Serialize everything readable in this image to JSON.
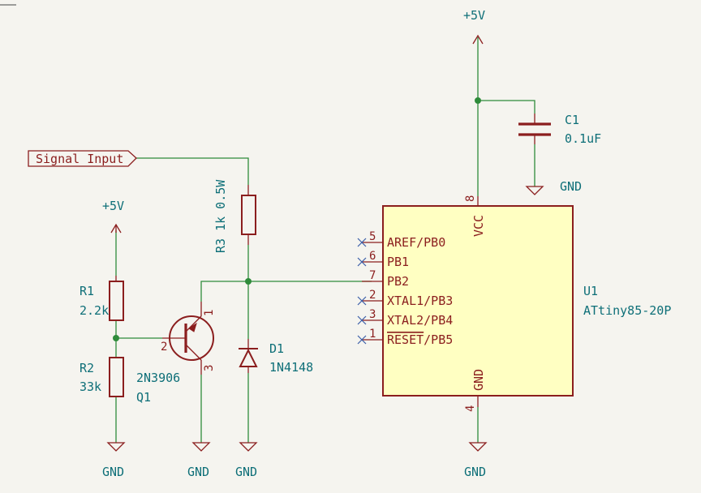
{
  "power": {
    "vcc_top": "+5V",
    "vcc_left": "+5V",
    "gnd": "GND"
  },
  "signal_label": "Signal Input",
  "components": {
    "c1": {
      "ref": "C1",
      "value": "0.1uF"
    },
    "r3": {
      "label": "R3 1k 0.5W"
    },
    "r1": {
      "ref": "R1",
      "value": "2.2k"
    },
    "r2": {
      "ref": "R2",
      "value": "33k"
    },
    "q1": {
      "ref": "Q1",
      "value": "2N3906",
      "pin_b": "2",
      "pin_e": "1",
      "pin_c": "3"
    },
    "d1": {
      "ref": "D1",
      "value": "1N4148"
    },
    "u1": {
      "ref": "U1",
      "value": "ATtiny85-20P",
      "vcc_pin": "VCC",
      "vcc_num": "8",
      "gnd_pin": "GND",
      "gnd_num": "4",
      "pins": [
        {
          "num": "5",
          "name": "AREF/PB0"
        },
        {
          "num": "6",
          "name": "PB1"
        },
        {
          "num": "7",
          "name": "PB2"
        },
        {
          "num": "2",
          "name": "XTAL1/PB3"
        },
        {
          "num": "3",
          "name": "XTAL2/PB4"
        },
        {
          "num": "1",
          "name_overline": "RESET",
          "name_rest": "/PB5"
        }
      ]
    }
  },
  "colors": {
    "background": "#f5f4ef",
    "wire": "#2e8b3a",
    "component": "#8b1e1e",
    "ic_fill": "#ffffc2",
    "text": "#0e6f78",
    "no_connect": "#3b5ea8"
  }
}
